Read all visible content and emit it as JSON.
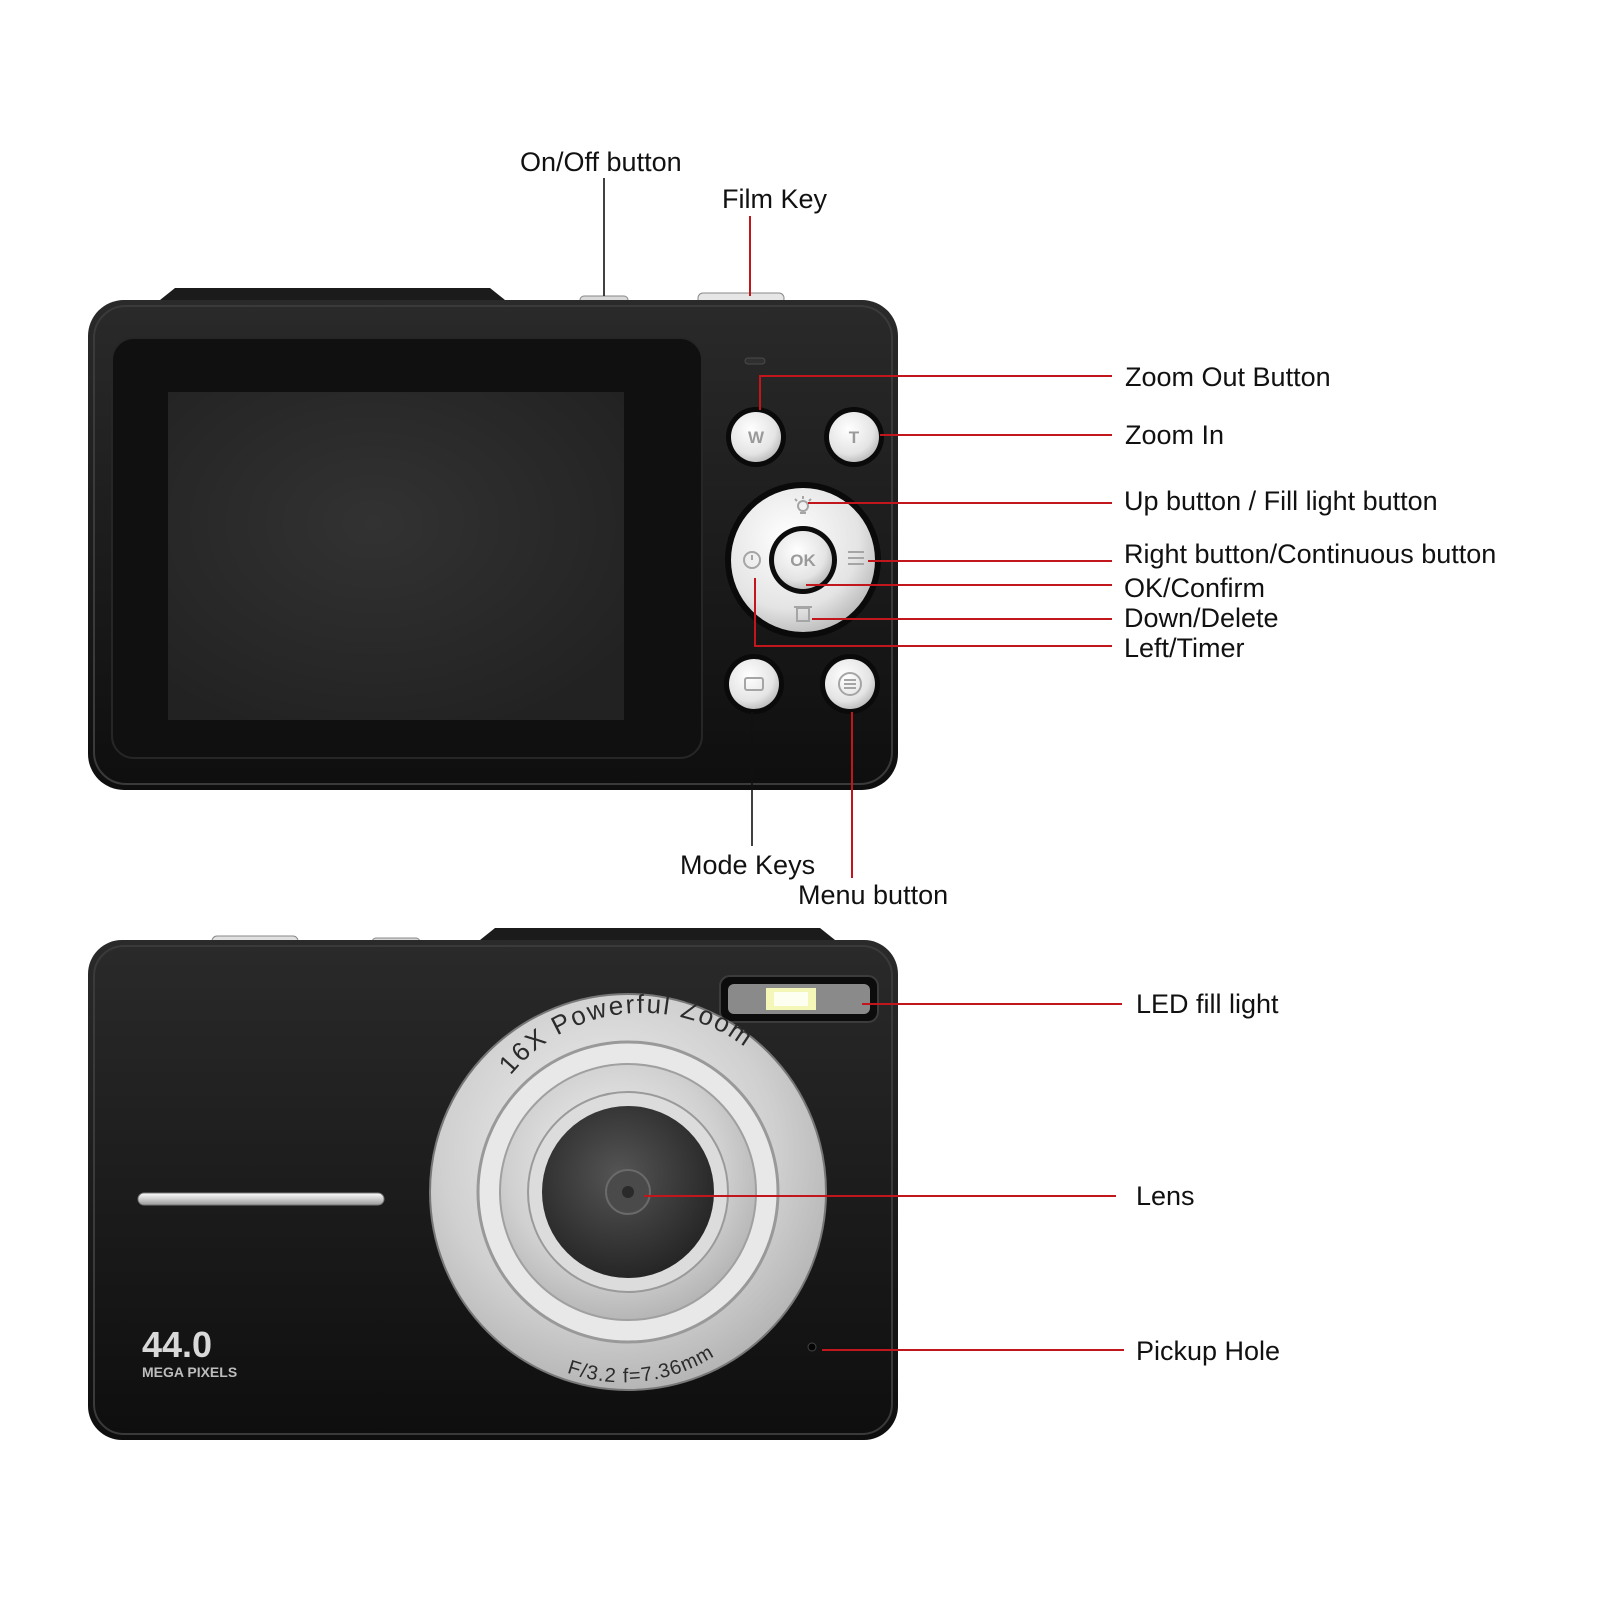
{
  "top_labels": {
    "onoff": "On/Off button",
    "film": "Film Key"
  },
  "side_labels": {
    "zoom_out": "Zoom Out Button",
    "zoom_in": "Zoom In",
    "up": "Up button / Fill light button",
    "right": "Right button/Continuous button",
    "ok": "OK/Confirm",
    "down": "Down/Delete",
    "left": "Left/Timer"
  },
  "bottom_labels": {
    "mode": "Mode Keys",
    "menu": "Menu button"
  },
  "front_labels": {
    "led": "LED fill light",
    "lens": "Lens",
    "pickup": "Pickup Hole"
  },
  "buttons": {
    "w": "W",
    "t": "T",
    "ok": "OK"
  },
  "front": {
    "lens_ring_text": "16X Powerful Zoom",
    "lens_spec_text": "F/3.2  f=7.36mm",
    "megapixels_value": "44.0",
    "megapixels_unit": "MEGA PIXELS"
  },
  "colors": {
    "leader": "#c0161c",
    "body": "#161616",
    "screen": "#262626"
  }
}
